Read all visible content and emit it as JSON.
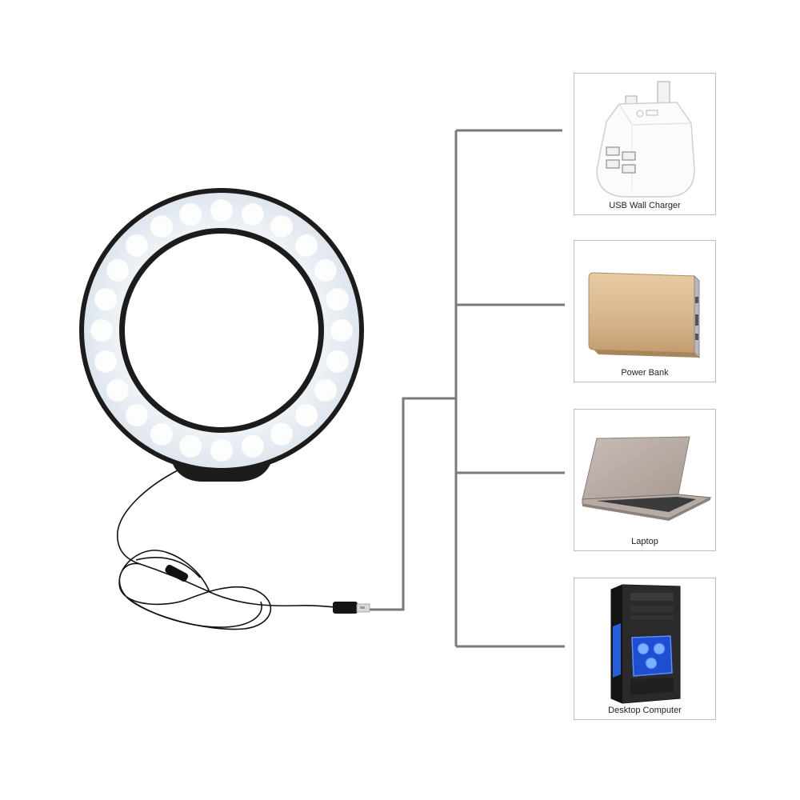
{
  "devices": [
    {
      "id": "usb-wall-charger",
      "label": "USB Wall Charger",
      "icon": "usb-wall-charger-icon"
    },
    {
      "id": "power-bank",
      "label": "Power Bank",
      "icon": "power-bank-icon"
    },
    {
      "id": "laptop",
      "label": "Laptop",
      "icon": "laptop-icon"
    },
    {
      "id": "desktop-computer",
      "label": "Desktop Computer",
      "icon": "desktop-computer-icon"
    }
  ],
  "colors": {
    "connector": "#7a7a7a",
    "card_border": "#bdbdbd",
    "ring_frame": "#1c1c1c",
    "led_glow": "#f4f8fc",
    "power_bank_gold": "#d8b78e",
    "pc_accent_blue": "#2a6cff"
  }
}
